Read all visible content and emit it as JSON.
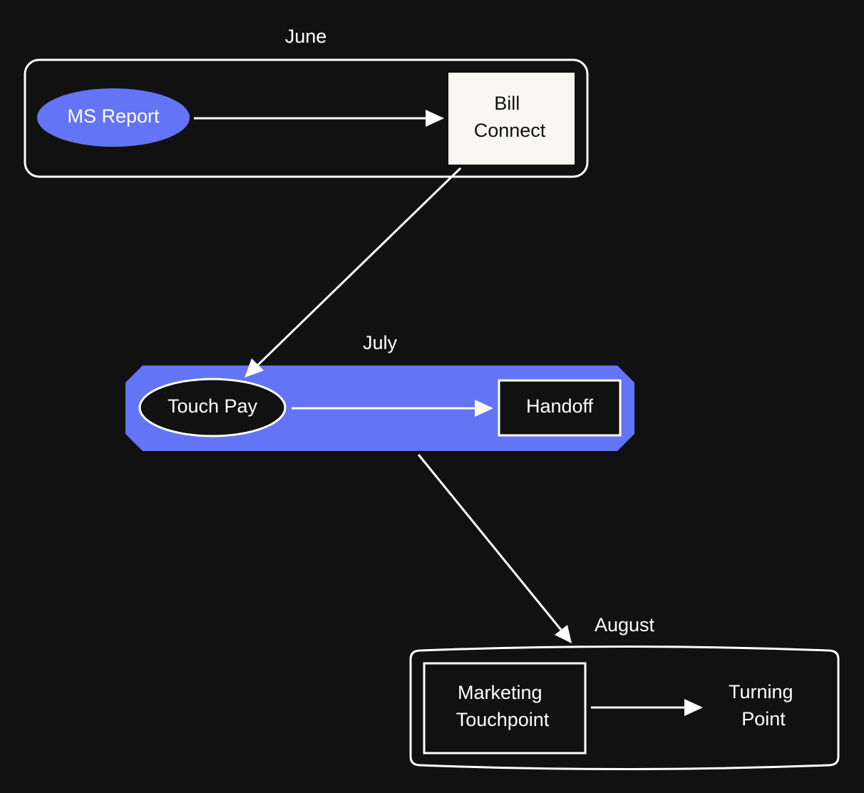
{
  "colors": {
    "background": "#111111",
    "accent": "#6474f6",
    "node_light": "#f8f7f2",
    "stroke": "#ffffff",
    "text_light": "#ffffff",
    "text_dark": "#111111"
  },
  "groups": {
    "june": {
      "label": "June"
    },
    "july": {
      "label": "July"
    },
    "august": {
      "label": "August"
    }
  },
  "nodes": {
    "ms_report": {
      "label": "MS Report",
      "shape": "ellipse"
    },
    "bill_connect": {
      "lines": [
        "Bill",
        "Connect"
      ],
      "shape": "rectangle"
    },
    "touch_pay": {
      "label": "Touch Pay",
      "shape": "ellipse"
    },
    "handoff": {
      "label": "Handoff",
      "shape": "rectangle"
    },
    "marketing_touchpoint": {
      "lines": [
        "Marketing",
        "Touchpoint"
      ],
      "shape": "rectangle"
    },
    "turning_point": {
      "lines": [
        "Turning",
        "Point"
      ],
      "shape": "plain-text"
    }
  },
  "edges": [
    {
      "from": "MS Report",
      "to": "Bill Connect"
    },
    {
      "from": "Bill Connect",
      "to": "Touch Pay"
    },
    {
      "from": "Touch Pay",
      "to": "Handoff"
    },
    {
      "from": "July",
      "to": "August"
    },
    {
      "from": "Marketing Touchpoint",
      "to": "Turning Point"
    }
  ]
}
